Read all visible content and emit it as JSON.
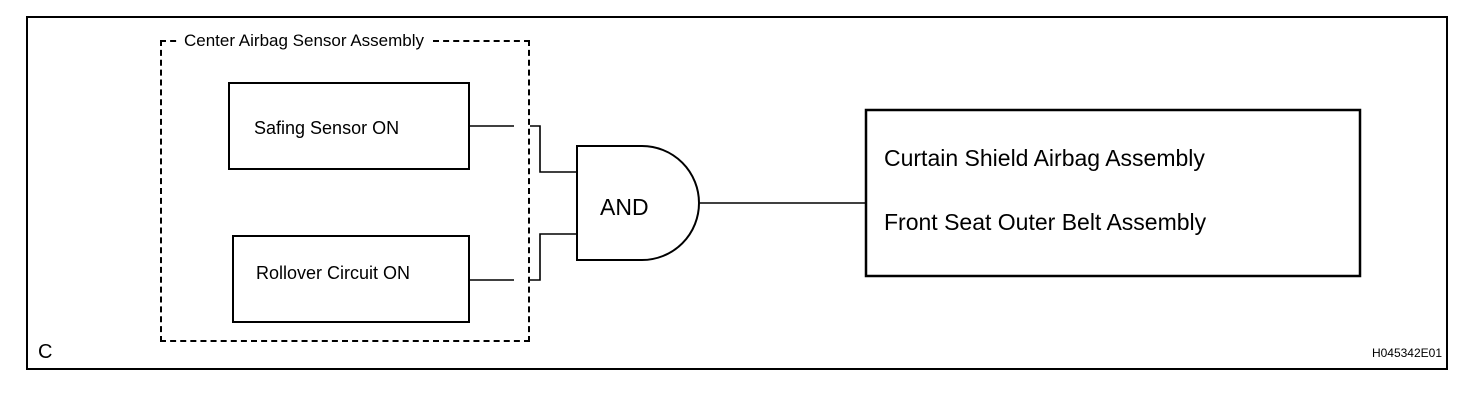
{
  "group": {
    "label": "Center Airbag Sensor Assembly"
  },
  "inputs": [
    {
      "label": "Safing Sensor ON"
    },
    {
      "label": "Rollover Circuit ON"
    }
  ],
  "gate": {
    "label": "AND"
  },
  "output": {
    "lines": [
      "Curtain Shield Airbag Assembly",
      "Front Seat Outer Belt Assembly"
    ]
  },
  "corner_letter": "C",
  "figure_code": "H045342E01"
}
